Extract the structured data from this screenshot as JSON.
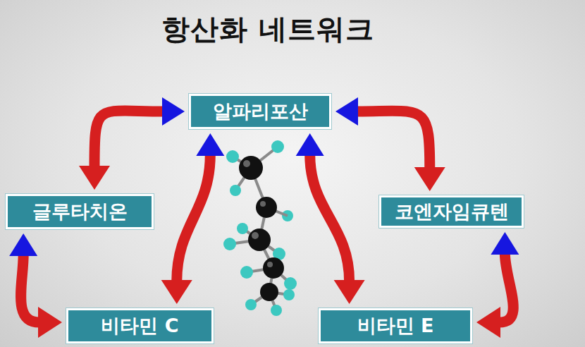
{
  "diagram": {
    "title": "항산화 네트워크",
    "nodes": [
      {
        "text": [
          "알파리포산"
        ]
      },
      {
        "text": [
          "글루타치온"
        ]
      },
      {
        "text": [
          "코엔자임큐텐"
        ]
      },
      {
        "text": [
          "비타민 C"
        ]
      },
      {
        "text": [
          "비타민 E"
        ]
      }
    ],
    "edges": [
      {
        "from": 0,
        "to": 1,
        "arrow": "both"
      },
      {
        "from": 0,
        "to": 2,
        "arrow": "both"
      },
      {
        "from": 0,
        "to": 3,
        "arrow": "both"
      },
      {
        "from": 0,
        "to": 4,
        "arrow": "both"
      },
      {
        "from": 1,
        "to": 3,
        "arrow": "both"
      },
      {
        "from": 2,
        "to": 4,
        "arrow": "both"
      }
    ]
  }
}
